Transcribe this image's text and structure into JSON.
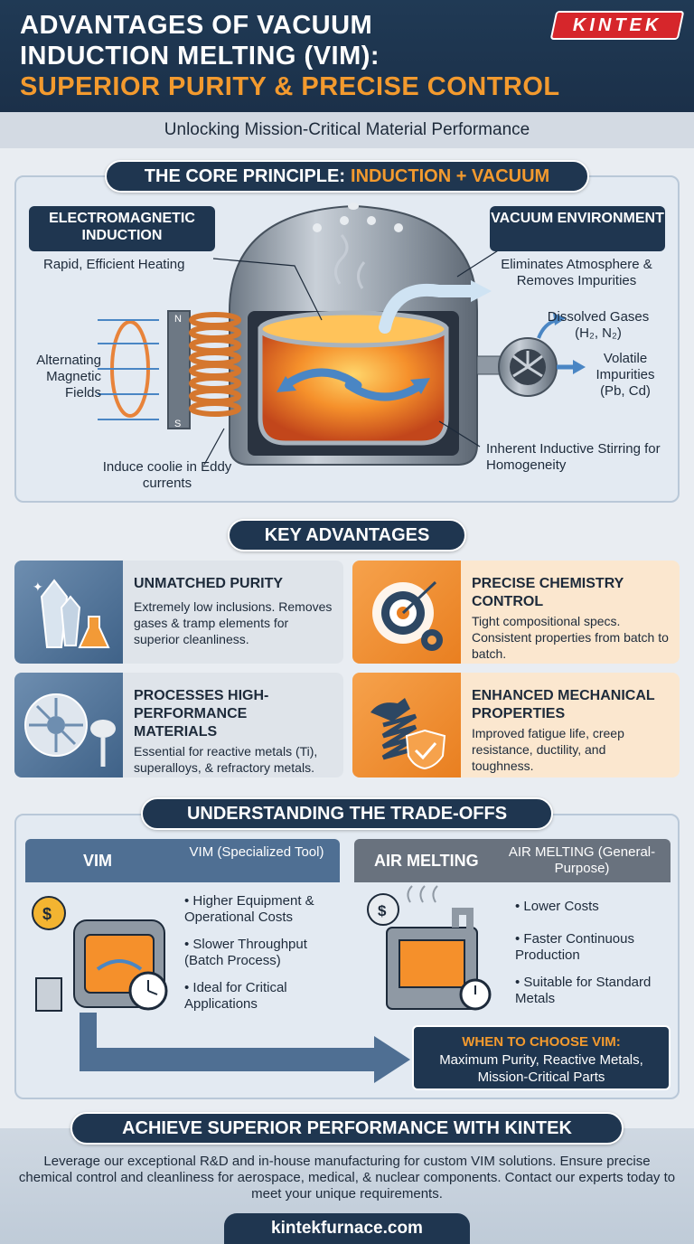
{
  "header": {
    "title_line1": "ADVANTAGES OF VACUUM",
    "title_line2": "INDUCTION MELTING (VIM):",
    "title_line3": "SUPERIOR PURITY & PRECISE CONTROL",
    "logo": "KINTEK",
    "subtitle": "Unlocking Mission-Critical Material Performance"
  },
  "core": {
    "pill_main": "THE CORE PRINCIPLE:",
    "pill_accent": "INDUCTION + VACUUM",
    "induction_label": "ELECTROMAGNETIC INDUCTION",
    "induction_desc": "Rapid, Efficient Heating",
    "vacuum_label": "VACUUM ENVIRONMENT",
    "vacuum_desc": "Eliminates Atmosphere & Removes Impurities",
    "magnetic": "Alternating Magnetic Fields",
    "eddy": "Induce coolie in Eddy currents",
    "gases": "Dissolved Gases (H₂, N₂)",
    "volatile": "Volatile Impurities (Pb, Cd)",
    "stirring": "Inherent Inductive Stirring for Homogeneity",
    "pole_n": "N",
    "pole_s": "S"
  },
  "advantages": {
    "pill": "KEY ADVANTAGES",
    "cards": [
      {
        "title": "UNMATCHED PURITY",
        "body": "Extremely low inclusions. Removes gases & tramp elements for superior cleanliness."
      },
      {
        "title": "PRECISE CHEMISTRY CONTROL",
        "body": "Tight compositional specs. Consistent properties from batch to batch."
      },
      {
        "title": "PROCESSES HIGH-PERFORMANCE MATERIALS",
        "body": "Essential for reactive metals (Ti), superalloys, & refractory metals."
      },
      {
        "title": "ENHANCED MECHANICAL PROPERTIES",
        "body": "Improved fatigue life, creep resistance, ductility, and toughness."
      }
    ]
  },
  "tradeoffs": {
    "pill": "UNDERSTANDING THE TRADE-OFFS",
    "vim_label": "VIM",
    "vim_sub": "VIM (Specialized Tool)",
    "air_label": "AIR MELTING",
    "air_sub": "AIR MELTING (General-Purpose)",
    "vim_points": [
      "Higher Equipment & Operational Costs",
      "Slower Throughput (Batch Process)",
      "Ideal for Critical Applications"
    ],
    "air_points": [
      "Lower Costs",
      "Faster Continuous Production",
      "Suitable for Standard Metals"
    ],
    "choose_title": "WHEN TO CHOOSE VIM:",
    "choose_body": "Maximum Purity, Reactive Metals, Mission-Critical Parts",
    "dollar": "$"
  },
  "footer": {
    "pill": "ACHIEVE SUPERIOR PERFORMANCE WITH KINTEK",
    "body": "Leverage our exceptional R&D and in-house manufacturing for custom VIM solutions. Ensure precise chemical control and cleanliness for aerospace, medical, & nuclear components. Contact our experts today to meet your unique requirements.",
    "url": "kintekfurnace.com"
  },
  "colors": {
    "navy": "#1f3650",
    "orange": "#f39a2e",
    "red": "#d6262b",
    "steel": "#4f6f93"
  }
}
